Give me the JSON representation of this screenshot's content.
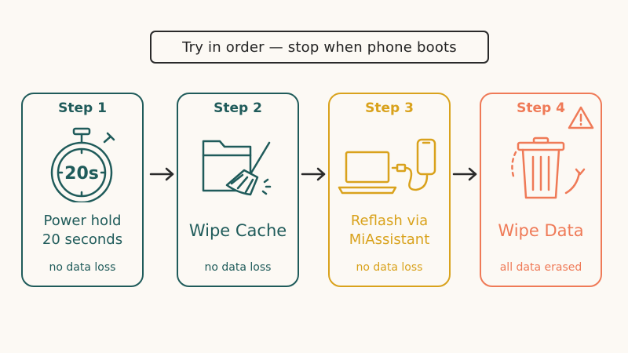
{
  "title": "Try in order — stop when phone boots",
  "steps": [
    {
      "label": "Step 1",
      "action_line1": "Power hold",
      "action_line2": "20 seconds",
      "timer": "20s",
      "note": "no data loss"
    },
    {
      "label": "Step 2",
      "action": "Wipe Cache",
      "note": "no data loss"
    },
    {
      "label": "Step 3",
      "action_line1": "Reflash via",
      "action_line2": "MiAssistant",
      "note": "no data loss"
    },
    {
      "label": "Step 4",
      "action": "Wipe Data",
      "note": "all data erased"
    }
  ],
  "colors": {
    "teal": "#1f5b5a",
    "gold": "#d9a21c",
    "coral": "#ef7a57",
    "ink": "#2a2a2a",
    "background": "#fcf9f4"
  },
  "icons": [
    "stopwatch-icon",
    "folder-icon",
    "broom-icon",
    "laptop-icon",
    "cable-icon",
    "phone-icon",
    "trash-icon",
    "circular-arrow-icon",
    "warning-icon",
    "arrow-right-icon"
  ]
}
